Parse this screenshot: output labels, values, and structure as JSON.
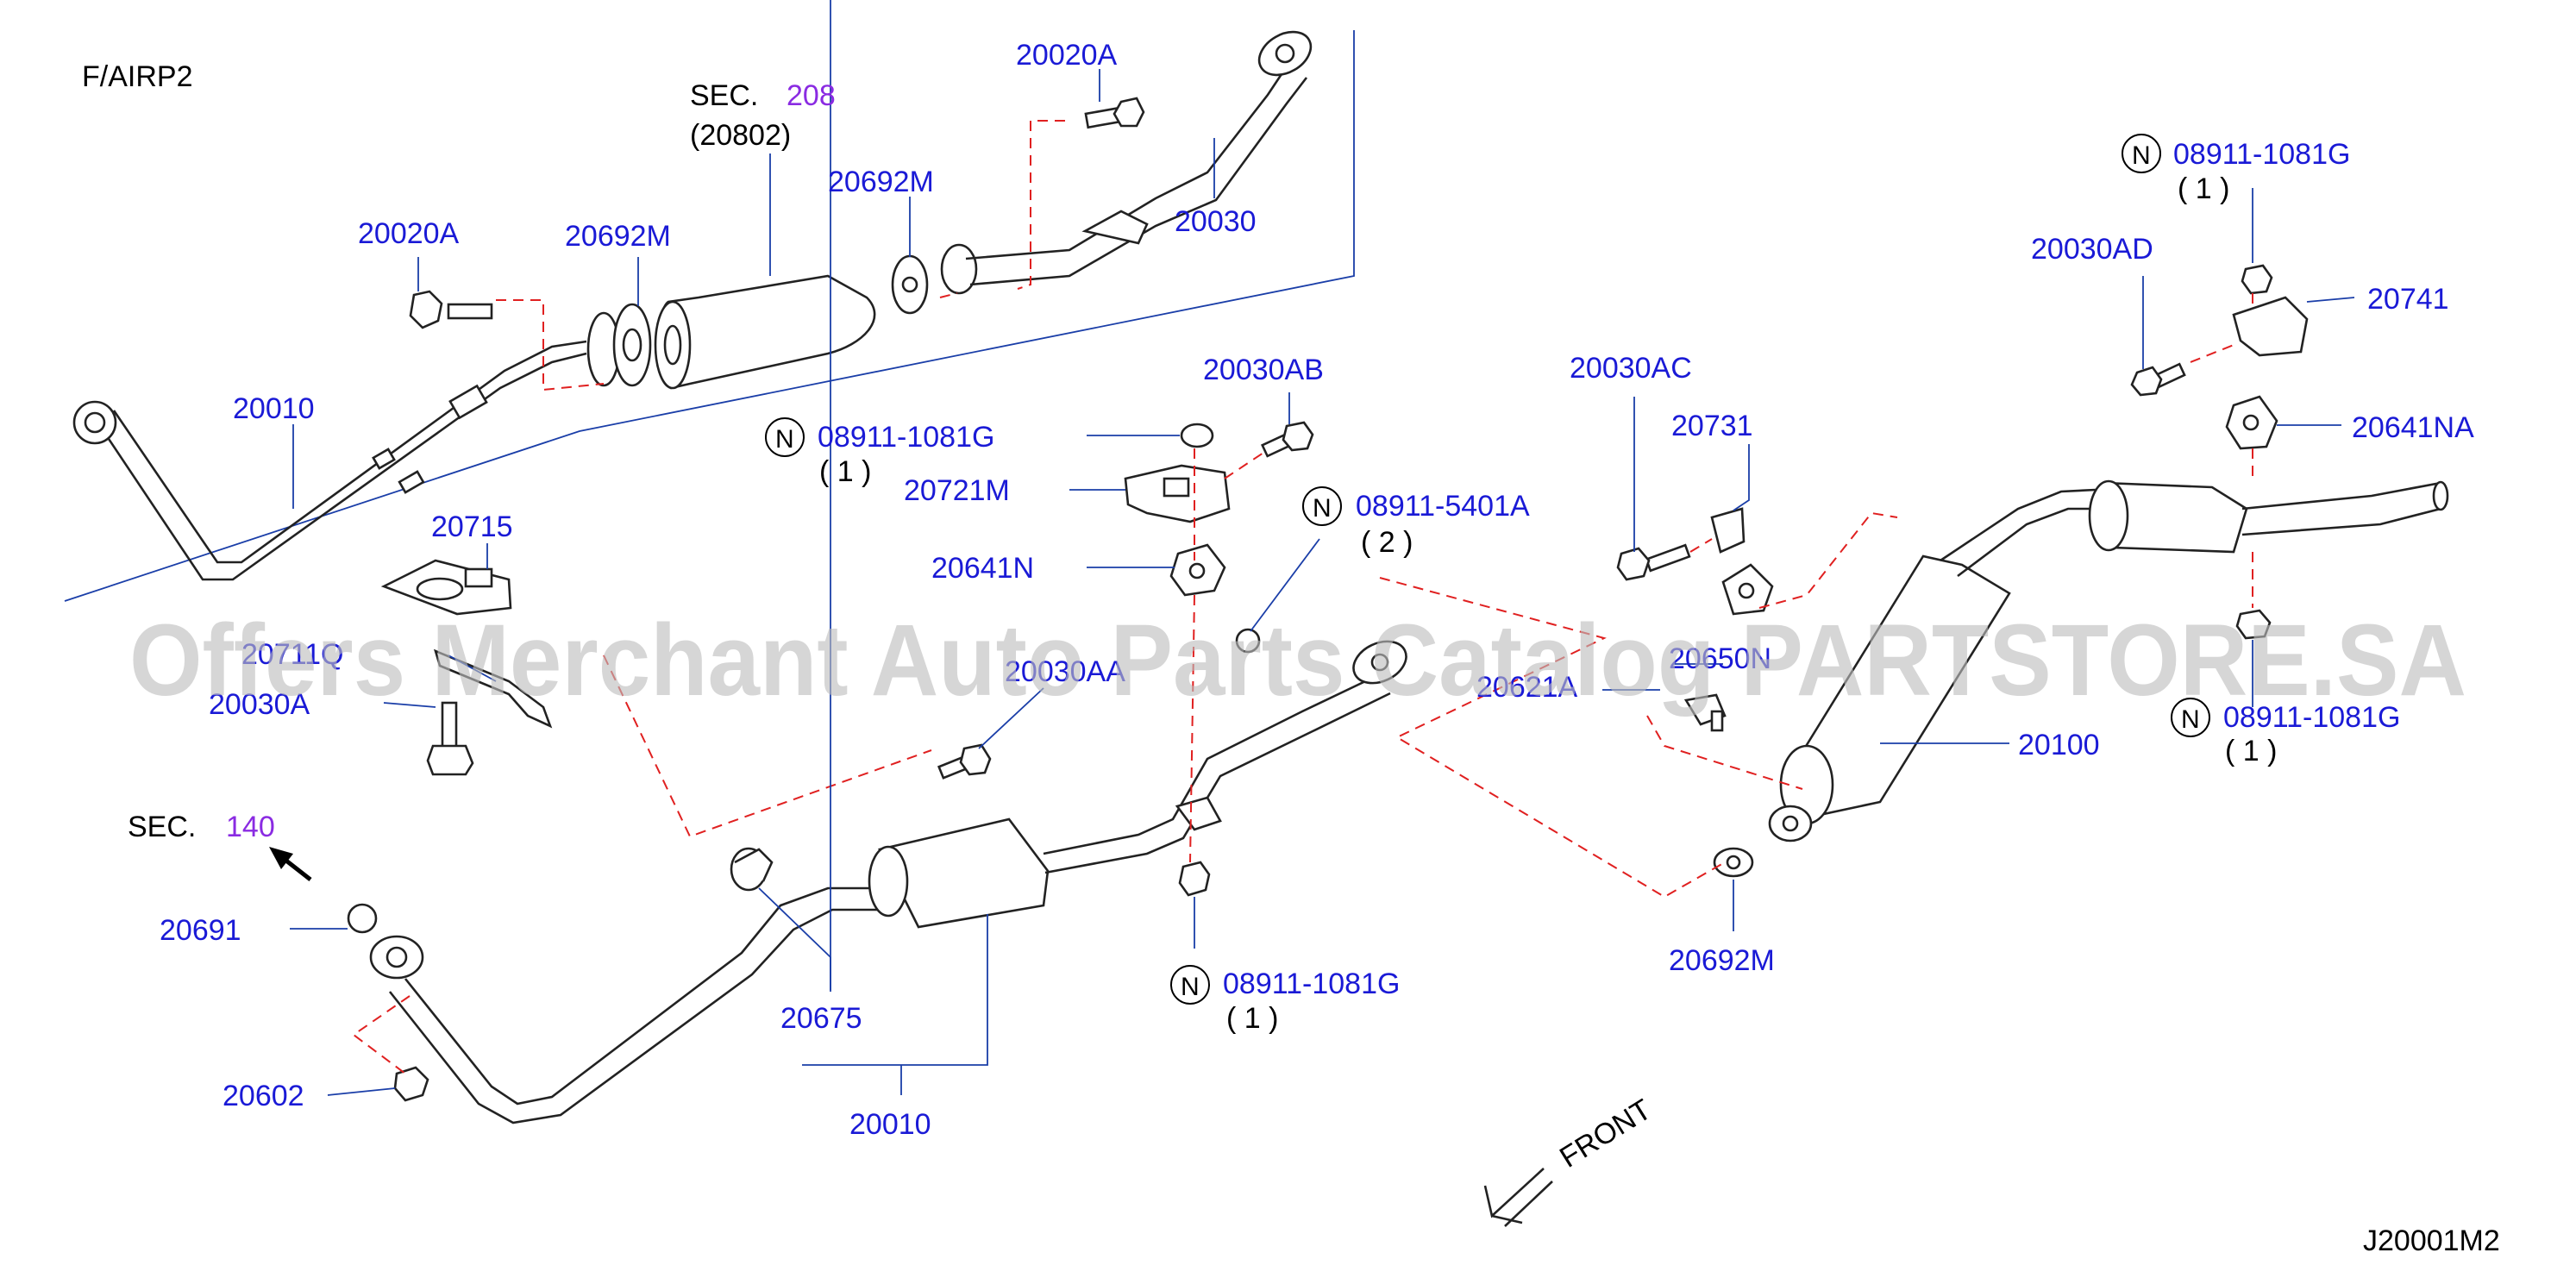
{
  "header": {
    "variant": "F/AIRP2",
    "diagram_code": "J20001M2"
  },
  "watermark": "Offers Merchant Auto Parts Catalog PARTSTORE.SA",
  "front_label": "FRONT",
  "sections": [
    {
      "prefix": "SEC.",
      "number": "208",
      "sub": "(20802)"
    },
    {
      "prefix": "SEC.",
      "number": "140"
    }
  ],
  "labels": {
    "p20020A_top": "20020A",
    "p20020A_left": "20020A",
    "p20692M_a": "20692M",
    "p20692M_b": "20692M",
    "p20692M_c": "20692M",
    "p20030": "20030",
    "p20010_top": "20010",
    "p20010_bottom": "20010",
    "p20715": "20715",
    "p20711Q": "20711Q",
    "p20030A": "20030A",
    "p20691": "20691",
    "p20602": "20602",
    "p20675": "20675",
    "p20030AB": "20030AB",
    "p20721M": "20721M",
    "p20641N": "20641N",
    "p20030AA": "20030AA",
    "p20621A": "20621A",
    "p20030AC": "20030AC",
    "p20731": "20731",
    "p20650N": "20650N",
    "p20100": "20100",
    "p20030AD": "20030AD",
    "p20741": "20741",
    "p20641NA": "20641NA"
  },
  "nut_callouts": [
    {
      "symbol": "N",
      "part": "08911-1081G",
      "qty": "( 1 )"
    },
    {
      "symbol": "N",
      "part": "08911-5401A",
      "qty": "( 2 )"
    },
    {
      "symbol": "N",
      "part": "08911-1081G",
      "qty": "( 1 )"
    },
    {
      "symbol": "N",
      "part": "08911-1081G",
      "qty": "( 1 )"
    },
    {
      "symbol": "N",
      "part": "08911-1081G",
      "qty": "( 1 )"
    }
  ],
  "colors": {
    "label": "#1a1ad6",
    "section_number": "#8a2be2",
    "dash": "#e02020",
    "leader": "#1a3ea8"
  }
}
